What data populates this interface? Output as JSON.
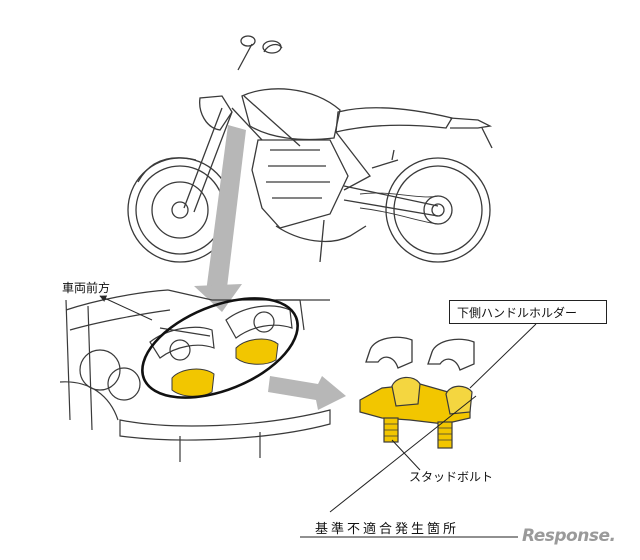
{
  "labels": {
    "vehicle_front": "車両前方",
    "lower_handle_holder": "下側ハンドルホルダー",
    "stud_bolt": "スタッドボルト",
    "non_conforming_site": "基準不適合発生箇所"
  },
  "watermark": "Response.",
  "colors": {
    "highlight": "#f2c600",
    "line": "#2a2a2a",
    "arrow": "#a8a8a8"
  }
}
